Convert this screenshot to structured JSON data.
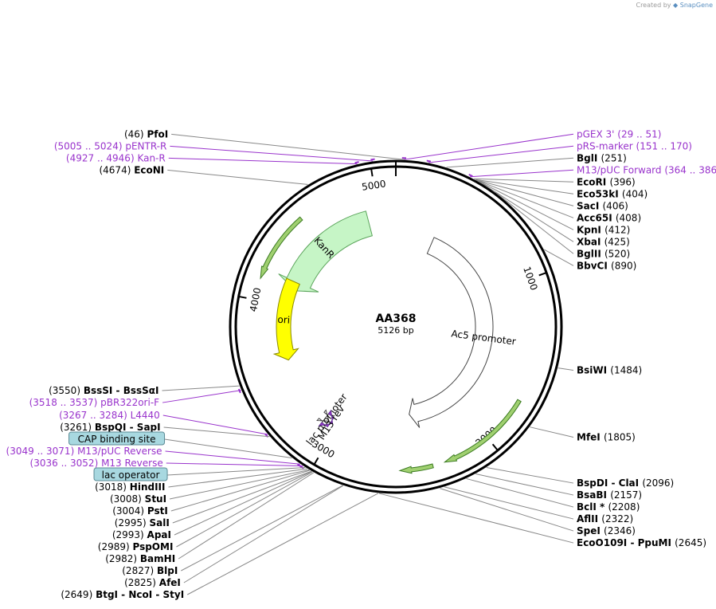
{
  "credit": {
    "prefix": "Created by",
    "brand": "SnapGene"
  },
  "plasmid": {
    "name": "AA368",
    "length_label": "5126 bp",
    "length": 5126
  },
  "ticks": [
    {
      "bp": 1000,
      "label": "1000"
    },
    {
      "bp": 2000,
      "label": "2000"
    },
    {
      "bp": 3000,
      "label": "3000"
    },
    {
      "bp": 4000,
      "label": "4000"
    },
    {
      "bp": 5000,
      "label": "5000"
    }
  ],
  "features": [
    {
      "name": "KanR",
      "start": 4125,
      "end": 4919,
      "dir": -1,
      "color": "#c6f5c6",
      "stroke": "#5aa45a"
    },
    {
      "name": "ori",
      "start": 3600,
      "end": 4185,
      "dir": -1,
      "color": "#ffff00",
      "stroke": "#8a8a00"
    },
    {
      "name": "Ac5 promoter",
      "start": 330,
      "end": 2440,
      "dir": 1,
      "color": "#ffffff",
      "stroke": "#444444"
    },
    {
      "name": "lac promoter",
      "start": 3068,
      "end": 3100,
      "dir": -1,
      "color": "#ffffff",
      "stroke": "#444444"
    },
    {
      "name": "M13 rev",
      "start": 3036,
      "end": 3052,
      "dir": -1,
      "color": "#9933cc",
      "stroke": "#663399"
    }
  ],
  "sites": [
    {
      "name": "PfoI",
      "pos": "(46)",
      "side": "left",
      "bp": 46
    },
    {
      "name": "BglI",
      "pos": "(251)",
      "side": "right",
      "bp": 251
    },
    {
      "name": "EcoRI",
      "pos": "(396)",
      "side": "right",
      "bp": 396
    },
    {
      "name": "Eco53kI",
      "pos": "(404)",
      "side": "right",
      "bp": 404
    },
    {
      "name": "SacI",
      "pos": "(406)",
      "side": "right",
      "bp": 406
    },
    {
      "name": "Acc65I",
      "pos": "(408)",
      "side": "right",
      "bp": 408
    },
    {
      "name": "KpnI",
      "pos": "(412)",
      "side": "right",
      "bp": 412
    },
    {
      "name": "XbaI",
      "pos": "(425)",
      "side": "right",
      "bp": 425
    },
    {
      "name": "BglII",
      "pos": "(520)",
      "side": "right",
      "bp": 520
    },
    {
      "name": "BbvCI",
      "pos": "(890)",
      "side": "right",
      "bp": 890
    },
    {
      "name": "BsiWI",
      "pos": "(1484)",
      "side": "right",
      "bp": 1484
    },
    {
      "name": "MfeI",
      "pos": "(1805)",
      "side": "right",
      "bp": 1805
    },
    {
      "name": "BspDI  -  ClaI",
      "pos": "(2096)",
      "side": "right",
      "bp": 2096
    },
    {
      "name": "BsaBI",
      "pos": "(2157)",
      "side": "right",
      "bp": 2157
    },
    {
      "name": "BclI *",
      "pos": "(2208)",
      "side": "right",
      "bp": 2208
    },
    {
      "name": "AflII",
      "pos": "(2322)",
      "side": "right",
      "bp": 2322
    },
    {
      "name": "SpeI",
      "pos": "(2346)",
      "side": "right",
      "bp": 2346
    },
    {
      "name": "EcoO109I  -  PpuMI",
      "pos": "(2645)",
      "side": "right",
      "bp": 2645
    },
    {
      "name": "BtgI  -  NcoI  -  StyI",
      "pos": "(2649)",
      "side": "left",
      "bp": 2649
    },
    {
      "name": "AfeI",
      "pos": "(2825)",
      "side": "left",
      "bp": 2825
    },
    {
      "name": "BlpI",
      "pos": "(2827)",
      "side": "left",
      "bp": 2827
    },
    {
      "name": "BamHI",
      "pos": "(2982)",
      "side": "left",
      "bp": 2982
    },
    {
      "name": "PspOMI",
      "pos": "(2989)",
      "side": "left",
      "bp": 2989
    },
    {
      "name": "ApaI",
      "pos": "(2993)",
      "side": "left",
      "bp": 2993
    },
    {
      "name": "SalI",
      "pos": "(2995)",
      "side": "left",
      "bp": 2995
    },
    {
      "name": "PstI",
      "pos": "(3004)",
      "side": "left",
      "bp": 3004
    },
    {
      "name": "StuI",
      "pos": "(3008)",
      "side": "left",
      "bp": 3008
    },
    {
      "name": "HindIII",
      "pos": "(3018)",
      "side": "left",
      "bp": 3018
    },
    {
      "name": "BspQI  -  SapI",
      "pos": "(3261)",
      "side": "left",
      "bp": 3261
    },
    {
      "name": "BssSI  -  BssSαI",
      "pos": "(3550)",
      "side": "left",
      "bp": 3550
    },
    {
      "name": "EcoNI",
      "pos": "(4674)",
      "side": "left",
      "bp": 4674
    }
  ],
  "primers": [
    {
      "name": "pGEX 3'",
      "pos": "(29 .. 51)",
      "side": "right",
      "bp": 40
    },
    {
      "name": "pRS-marker",
      "pos": "(151 .. 170)",
      "side": "right",
      "bp": 160
    },
    {
      "name": "M13/pUC Forward",
      "pos": "(364 .. 386)",
      "side": "right",
      "bp": 375
    },
    {
      "name": "pENTR-R",
      "pos": "(5005 .. 5024)",
      "side": "left",
      "bp": 5014
    },
    {
      "name": "Kan-R",
      "pos": "(4927 .. 4946)",
      "side": "left",
      "bp": 4936
    },
    {
      "name": "pBR322ori-F",
      "pos": "(3518 .. 3537)",
      "side": "left",
      "bp": 3527
    },
    {
      "name": "L4440",
      "pos": "(3267 .. 3284)",
      "side": "left",
      "bp": 3275
    },
    {
      "name": "M13/pUC Reverse",
      "pos": "(3049 .. 3071)",
      "side": "left",
      "bp": 3060
    },
    {
      "name": "M13 Reverse",
      "pos": "(3036 .. 3052)",
      "side": "left",
      "bp": 3044
    }
  ],
  "boxed": [
    {
      "name": "CAP binding site",
      "bp": 3110,
      "color": "#a8d8e0"
    },
    {
      "name": "lac operator",
      "bp": 3030,
      "color": "#a8d8e0"
    }
  ],
  "orfs": [
    {
      "start": 4540,
      "end": 4125,
      "dir": -1
    },
    {
      "start": 1720,
      "end": 2280,
      "dir": 1
    },
    {
      "start": 2350,
      "end": 2540,
      "dir": 1
    }
  ]
}
